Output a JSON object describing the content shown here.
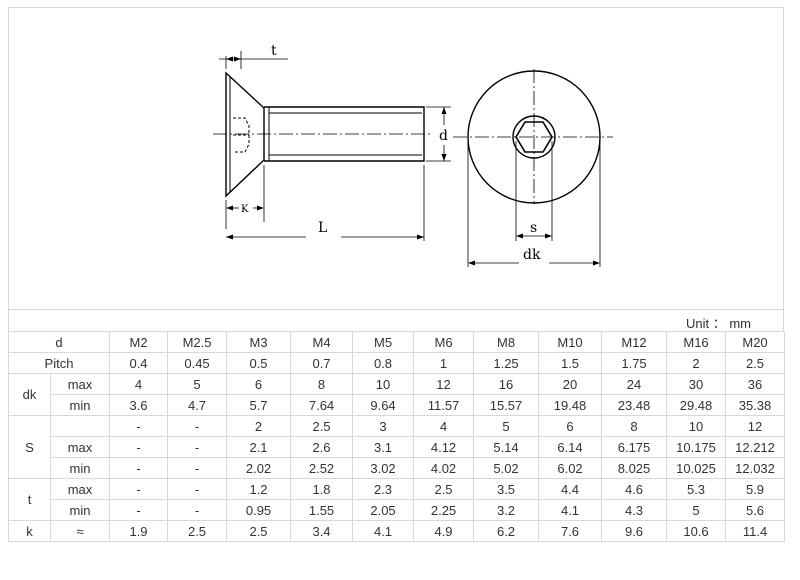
{
  "drawing": {
    "labels": {
      "t": "t",
      "d": "d",
      "k": "K",
      "l": "L",
      "s": "s",
      "dk": "dk"
    }
  },
  "unit": "Unit ： mm",
  "table": {
    "sizes": [
      "M2",
      "M2.5",
      "M3",
      "M4",
      "M5",
      "M6",
      "M8",
      "M10",
      "M12",
      "M16",
      "M20"
    ],
    "header_label": "d",
    "rows": [
      {
        "group": "Pitch",
        "sub": "",
        "values": [
          "0.4",
          "0.45",
          "0.5",
          "0.7",
          "0.8",
          "1",
          "1.25",
          "1.5",
          "1.75",
          "2",
          "2.5"
        ]
      },
      {
        "group": "dk",
        "sub": "max",
        "values": [
          "4",
          "5",
          "6",
          "8",
          "10",
          "12",
          "16",
          "20",
          "24",
          "30",
          "36"
        ]
      },
      {
        "group": "",
        "sub": "min",
        "values": [
          "3.6",
          "4.7",
          "5.7",
          "7.64",
          "9.64",
          "11.57",
          "15.57",
          "19.48",
          "23.48",
          "29.48",
          "35.38"
        ]
      },
      {
        "group": "S",
        "sub": "",
        "values": [
          "-",
          "-",
          "2",
          "2.5",
          "3",
          "4",
          "5",
          "6",
          "8",
          "10",
          "12"
        ]
      },
      {
        "group": "",
        "sub": "max",
        "values": [
          "-",
          "-",
          "2.1",
          "2.6",
          "3.1",
          "4.12",
          "5.14",
          "6.14",
          "6.175",
          "10.175",
          "12.212"
        ]
      },
      {
        "group": "",
        "sub": "min",
        "values": [
          "-",
          "-",
          "2.02",
          "2.52",
          "3.02",
          "4.02",
          "5.02",
          "6.02",
          "8.025",
          "10.025",
          "12.032"
        ]
      },
      {
        "group": "t",
        "sub": "max",
        "values": [
          "-",
          "-",
          "1.2",
          "1.8",
          "2.3",
          "2.5",
          "3.5",
          "4.4",
          "4.6",
          "5.3",
          "5.9"
        ]
      },
      {
        "group": "",
        "sub": "min",
        "values": [
          "-",
          "-",
          "0.95",
          "1.55",
          "2.05",
          "2.25",
          "3.2",
          "4.1",
          "4.3",
          "5",
          "5.6"
        ]
      },
      {
        "group": "k",
        "sub": "≈",
        "values": [
          "1.9",
          "2.5",
          "2.5",
          "3.4",
          "4.1",
          "4.9",
          "6.2",
          "7.6",
          "9.6",
          "10.6",
          "11.4"
        ]
      }
    ]
  }
}
